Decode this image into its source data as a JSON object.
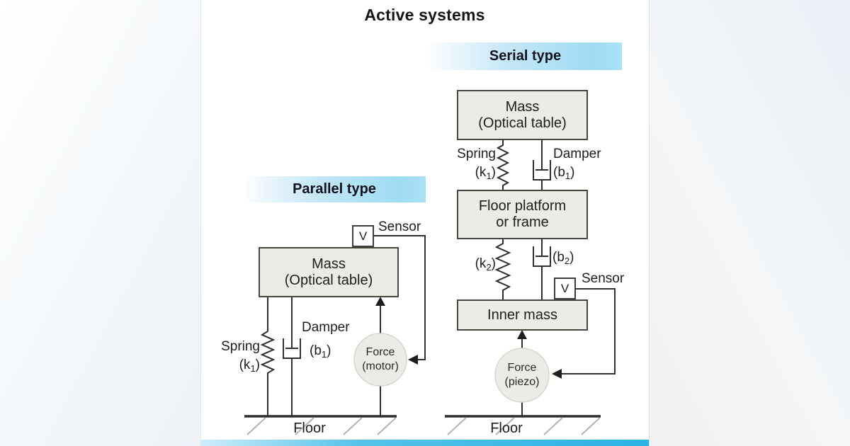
{
  "title": "Active systems",
  "colors": {
    "accent_cyan": "#2bb2e3",
    "banner_fill": "#9edcf3",
    "box_fill": "#edebe6",
    "line": "#2e2e2e"
  },
  "parallel": {
    "banner": "Parallel type",
    "sensor_label": "Sensor",
    "sensor_symbol": "V",
    "mass_line1": "Mass",
    "mass_line2": "(Optical table)",
    "spring_name": "Spring",
    "spring_pre": "(k",
    "spring_sub": "1",
    "spring_post": ")",
    "damper_name": "Damper",
    "damper_pre": "(b",
    "damper_sub": "1",
    "damper_post": ")",
    "force_line1": "Force",
    "force_line2": "(motor)",
    "floor_label": "Floor"
  },
  "serial": {
    "banner": "Serial type",
    "mass_line1": "Mass",
    "mass_line2": "(Optical table)",
    "spring1_name": "Spring",
    "spring1_pre": "(k",
    "spring1_sub": "1",
    "spring1_post": ")",
    "damper1_name": "Damper",
    "damper1_pre": "(b",
    "damper1_sub": "1",
    "damper1_post": ")",
    "platform_line1": "Floor platform",
    "platform_line2": "or frame",
    "spring2_pre": "(k",
    "spring2_sub": "2",
    "spring2_post": ")",
    "damper2_pre": "(b",
    "damper2_sub": "2",
    "damper2_post": ")",
    "sensor_label": "Sensor",
    "sensor_symbol": "V",
    "inner_mass": "Inner mass",
    "force_line1": "Force",
    "force_line2": "(piezo)",
    "floor_label": "Floor"
  }
}
